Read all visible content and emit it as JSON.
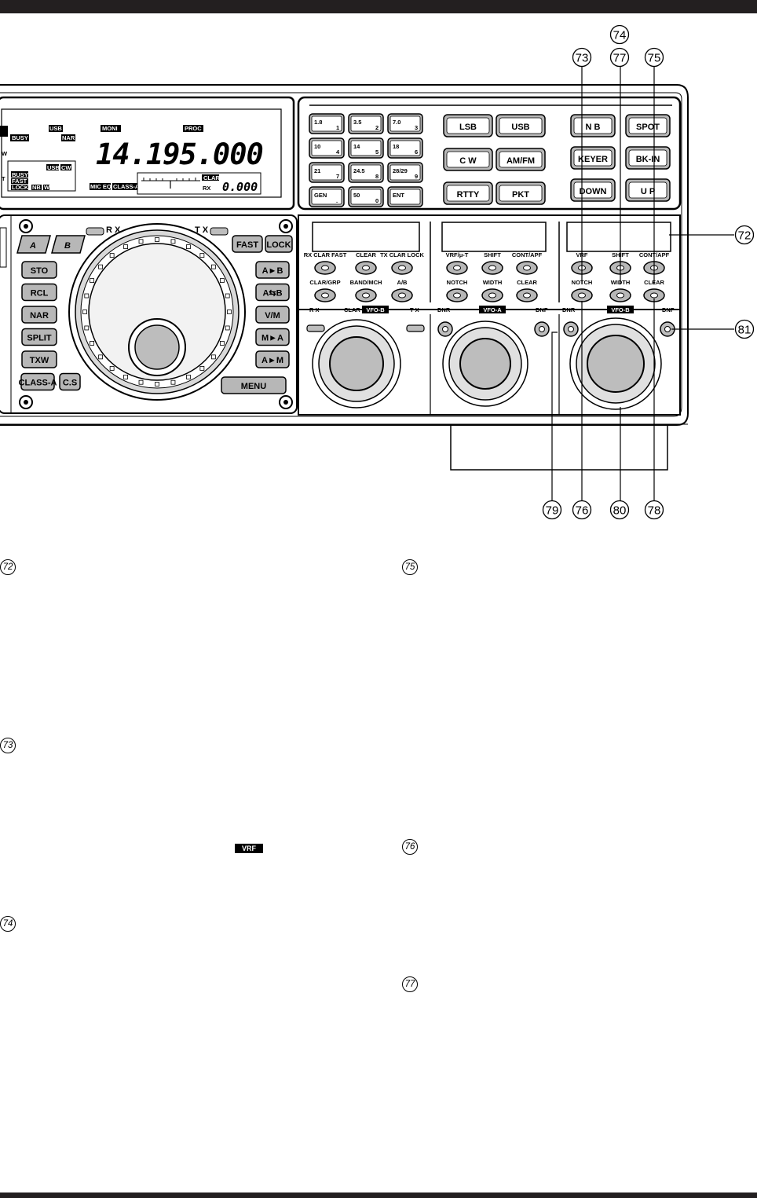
{
  "display": {
    "frequency": "14.195.000",
    "sub_frequency": "0.000",
    "moni": "MONI",
    "proc": "PROC",
    "usb": "USB",
    "busy": "BUSY",
    "nar": "NAR",
    "usb2": "USB",
    "cw": "CW",
    "busy2": "BUSY",
    "fast": "FAST",
    "lock": "LOCK",
    "nb": "NB",
    "w": "W",
    "mic_eq": "MIC EQ",
    "class_a": "CLASS-A",
    "clar": "CLAR",
    "rx": "RX"
  },
  "band_keys": [
    {
      "top": "1.8",
      "bottom": "1"
    },
    {
      "top": "3.5",
      "bottom": "2"
    },
    {
      "top": "7.0",
      "bottom": "3"
    },
    {
      "top": "10",
      "bottom": "4"
    },
    {
      "top": "14",
      "bottom": "5"
    },
    {
      "top": "18",
      "bottom": "6"
    },
    {
      "top": "21",
      "bottom": "7"
    },
    {
      "top": "24.5",
      "bottom": "8"
    },
    {
      "top": "28/29",
      "bottom": "9"
    },
    {
      "top": "GEN",
      "bottom": "."
    },
    {
      "top": "50",
      "bottom": "0"
    },
    {
      "top": "ENT",
      "bottom": ""
    }
  ],
  "mode_keys": [
    "LSB",
    "USB",
    "C W",
    "AM/FM",
    "RTTY",
    "PKT"
  ],
  "right_keys": [
    "N B",
    "SPOT",
    "KEYER",
    "BK-IN",
    "DOWN",
    "U P"
  ],
  "left_keys": [
    "STO",
    "RCL",
    "NAR",
    "SPLIT",
    "TXW",
    "CLASS-A",
    "C.S"
  ],
  "vfo_keys": [
    "A",
    "B"
  ],
  "right_side_keys": [
    "FAST",
    "LOCK",
    "A►B",
    "A⇆B",
    "V/M",
    "M►A",
    "A►M",
    "MENU"
  ],
  "dial_labels": {
    "rx": "R X",
    "tx": "T X"
  },
  "clar_panel": {
    "labels_row1": [
      "RX CLAR FAST",
      "CLEAR",
      "TX CLAR LOCK"
    ],
    "labels_row2": [
      "CLAR/GRP",
      "BAND/MCH",
      "A/B"
    ],
    "bottom_rx": "R X",
    "bottom_clar": "CLAR",
    "bottom_vfo": "VFO-B",
    "bottom_tx": "T X"
  },
  "vfo_a_panel": {
    "labels_row1": [
      "VRF/μ-T",
      "SHIFT",
      "CONT/APF"
    ],
    "labels_row2": [
      "NOTCH",
      "WIDTH",
      "CLEAR"
    ],
    "bottom_dnr": "DNR",
    "bottom_vfo": "VFO-A",
    "bottom_dnf": "DNF"
  },
  "vfo_b_panel": {
    "labels_row1": [
      "VRF",
      "SHIFT",
      "CONT/APF"
    ],
    "labels_row2": [
      "NOTCH",
      "WIDTH",
      "CLEAR"
    ],
    "bottom_dnr": "DNR",
    "bottom_vfo": "VFO-B",
    "bottom_dnf": "DNF"
  },
  "callouts": {
    "c72": "72",
    "c73": "73",
    "c74": "74",
    "c75": "75",
    "c76": "76",
    "c77": "77",
    "c78": "78",
    "c79": "79",
    "c80": "80",
    "c81": "81"
  },
  "text_markers": {
    "m72": "72",
    "m73": "73",
    "m74": "74",
    "m75": "75",
    "m76": "76",
    "m77": "77"
  },
  "inline_badge": "VRF",
  "colors": {
    "ink": "#000000",
    "rule": "#231f20",
    "panel": "#ffffff",
    "key_fill": "#b7b7b7",
    "lcd_bg": "#ffffff"
  }
}
